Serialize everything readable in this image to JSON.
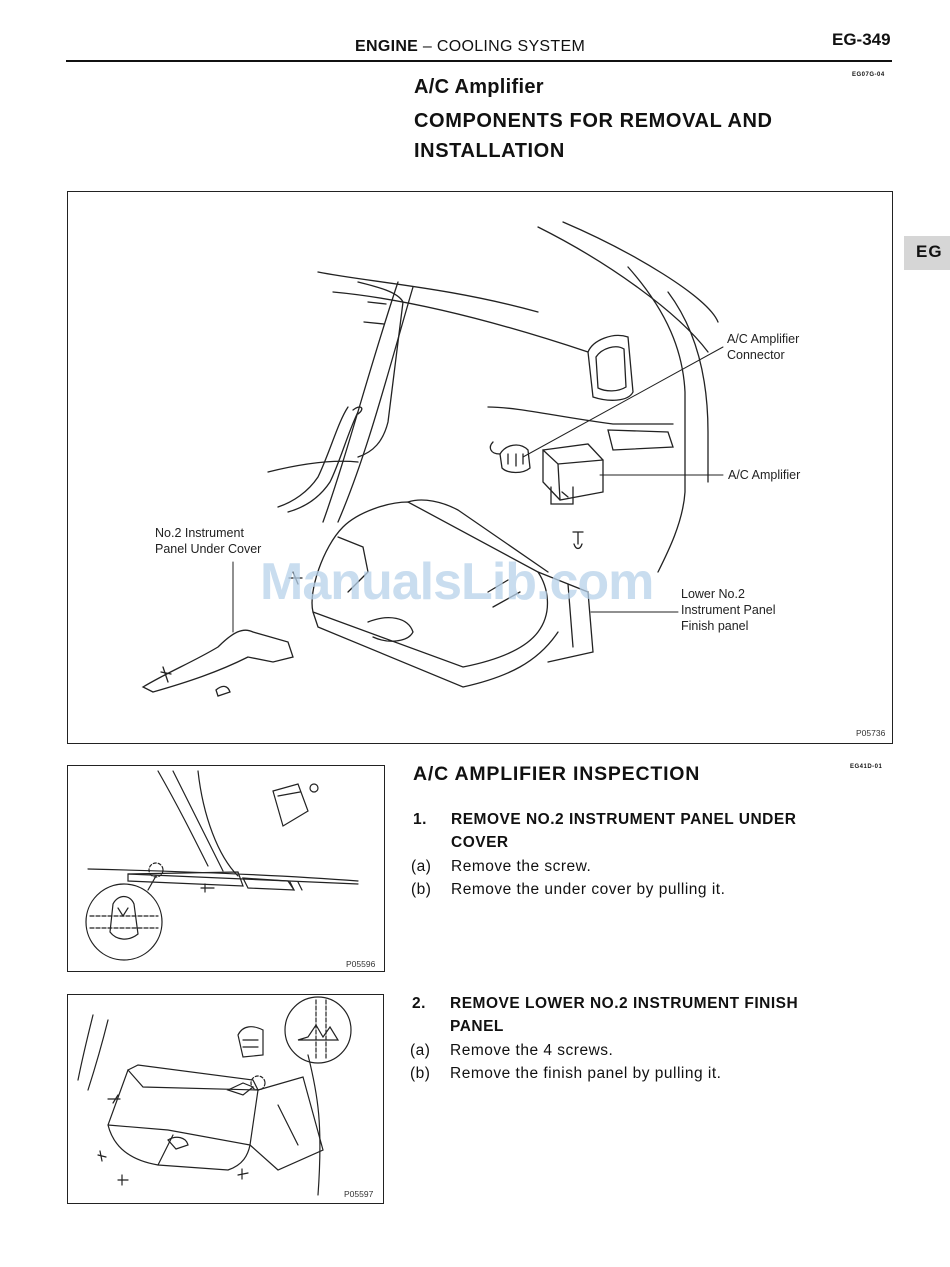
{
  "header": {
    "section_bold": "ENGINE",
    "section_dash": " – ",
    "section_rest": "COOLING SYSTEM",
    "page_number": "EG-349"
  },
  "codes": {
    "top": "EG07G-04",
    "inspection": "EG41D-01"
  },
  "title": {
    "line1": "A/C Amplifier",
    "line2": "COMPONENTS FOR REMOVAL AND INSTALLATION"
  },
  "side_tab": {
    "label": "EG"
  },
  "main_figure": {
    "labels": {
      "connector": "A/C Amplifier\nConnector",
      "amplifier": "A/C Amplifier",
      "under_cover": "No.2 Instrument\nPanel Under Cover",
      "finish_panel": "Lower No.2\nInstrument Panel\nFinish panel"
    },
    "figure_number": "P05736"
  },
  "watermark": "ManualsLib.com",
  "inspection": {
    "heading": "A/C AMPLIFIER INSPECTION",
    "steps": [
      {
        "number": "1.",
        "title": "REMOVE NO.2 INSTRUMENT PANEL UNDER\nCOVER",
        "substeps": [
          {
            "letter": "(a)",
            "text": "Remove the screw."
          },
          {
            "letter": "(b)",
            "text": "Remove the under cover by pulling it."
          }
        ],
        "figure_number": "P05596"
      },
      {
        "number": "2.",
        "title": "REMOVE LOWER NO.2 INSTRUMENT FINISH\nPANEL",
        "substeps": [
          {
            "letter": "(a)",
            "text": "Remove the 4 screws."
          },
          {
            "letter": "(b)",
            "text": "Remove the finish panel by pulling it."
          }
        ],
        "figure_number": "P05597"
      }
    ]
  }
}
